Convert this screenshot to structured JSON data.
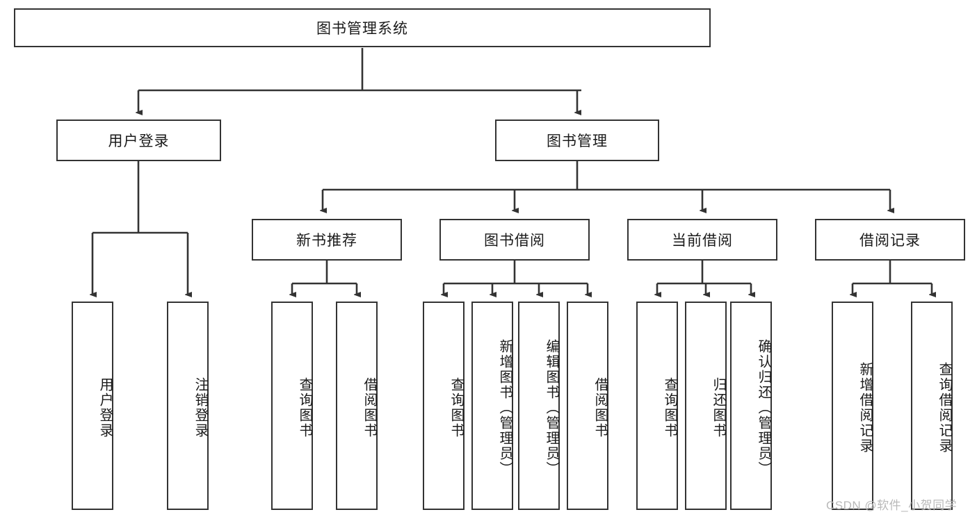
{
  "diagram": {
    "type": "tree-hierarchy",
    "orientation": "top-down",
    "background_color": "#ffffff",
    "line_color": "#333333",
    "box_border_color": "#333333",
    "box_fill_color": "#ffffff",
    "text_color": "#1a1a1a",
    "root": {
      "label": "图书管理系统"
    },
    "level1": [
      {
        "label": "用户登录"
      },
      {
        "label": "图书管理"
      }
    ],
    "level2": [
      {
        "label": "新书推荐"
      },
      {
        "label": "图书借阅"
      },
      {
        "label": "当前借阅"
      },
      {
        "label": "借阅记录"
      }
    ],
    "leaves": {
      "user_login": [
        {
          "label": "用户登录"
        },
        {
          "label": "注销登录"
        }
      ],
      "new_book_recommend": [
        {
          "label": "查询图书"
        },
        {
          "label": "借阅图书"
        }
      ],
      "book_borrow": [
        {
          "label": "查询图书"
        },
        {
          "label": "新增图书（管理员）"
        },
        {
          "label": "编辑图书（管理员）"
        },
        {
          "label": "借阅图书"
        }
      ],
      "current_borrow": [
        {
          "label": "查询图书"
        },
        {
          "label": "归还图书"
        },
        {
          "label": "确认归还（管理员）"
        }
      ],
      "borrow_record": [
        {
          "label": "新增借阅记录"
        },
        {
          "label": "查询借阅记录"
        }
      ]
    }
  },
  "watermark": {
    "text": "CSDN @软件_小贺同学",
    "color": "#b9b9b9"
  }
}
